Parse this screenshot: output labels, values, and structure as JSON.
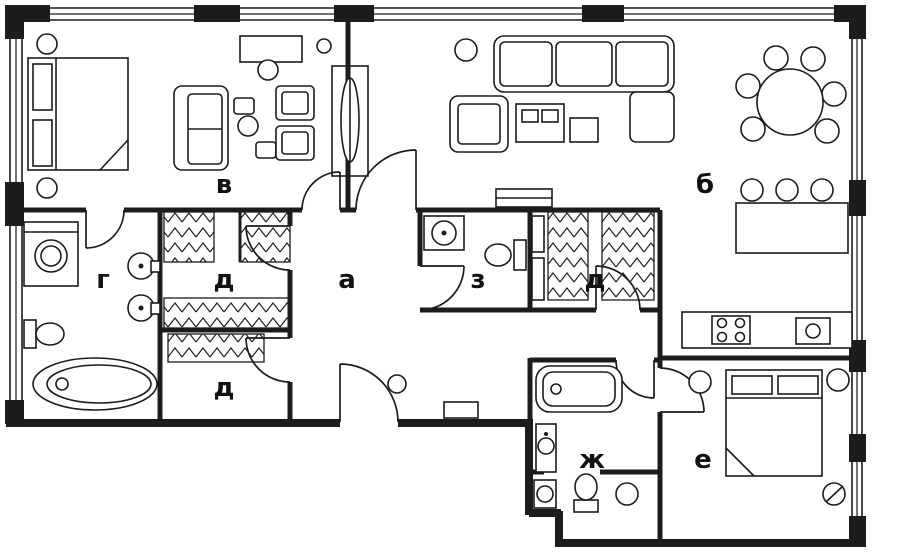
{
  "plan": {
    "rooms": [
      {
        "id": "a",
        "label": "а"
      },
      {
        "id": "b",
        "label": "б"
      },
      {
        "id": "v",
        "label": "в"
      },
      {
        "id": "g",
        "label": "г"
      },
      {
        "id": "d1",
        "label": "д"
      },
      {
        "id": "d2",
        "label": "д"
      },
      {
        "id": "d3",
        "label": "д"
      },
      {
        "id": "e",
        "label": "е"
      },
      {
        "id": "zh",
        "label": "ж"
      },
      {
        "id": "z",
        "label": "з"
      }
    ]
  },
  "colors": {
    "ink": "#1c1c1c",
    "background": "#ffffff"
  }
}
